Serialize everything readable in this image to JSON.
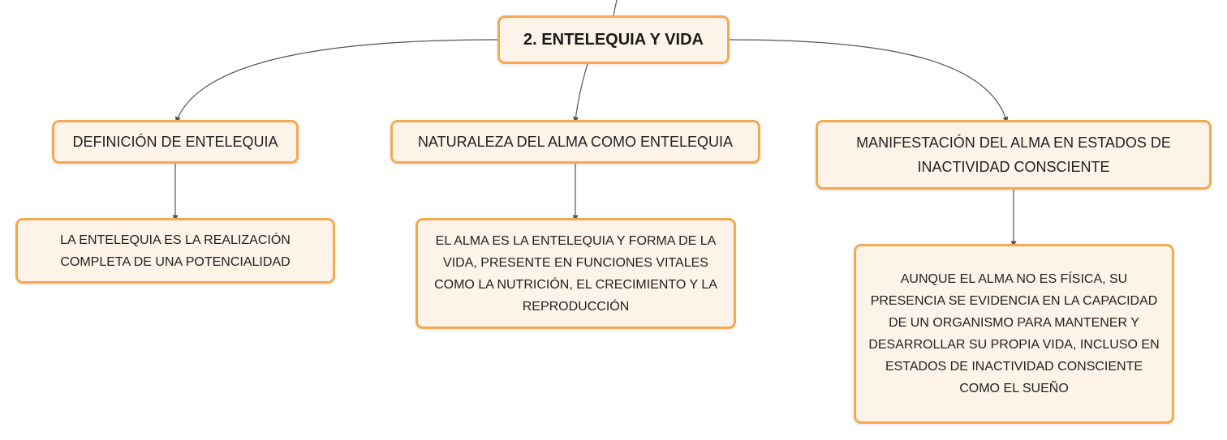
{
  "colors": {
    "node_fill": "#fdf3e9",
    "node_border": "#f5a850",
    "connector": "#555555",
    "text": "#222222"
  },
  "root": {
    "label": "2. ENTELEQUIA Y VIDA"
  },
  "branches": [
    {
      "label": "DEFINICIÓN DE ENTELEQUIA",
      "child": "LA ENTELEQUIA ES LA REALIZACIÓN COMPLETA DE UNA POTENCIALIDAD"
    },
    {
      "label": "NATURALEZA DEL ALMA COMO ENTELEQUIA",
      "child": "EL ALMA ES LA ENTELEQUIA Y FORMA DE LA VIDA, PRESENTE EN FUNCIONES VITALES COMO LA NUTRICIÓN, EL CRECIMIENTO Y LA REPRODUCCIÓN"
    },
    {
      "label": "MANIFESTACIÓN DEL ALMA EN ESTADOS DE INACTIVIDAD CONSCIENTE",
      "child": "AUNQUE EL ALMA NO ES FÍSICA, SU PRESENCIA SE EVIDENCIA EN LA CAPACIDAD DE UN ORGANISMO PARA MANTENER Y DESARROLLAR SU PROPIA VIDA, INCLUSO EN ESTADOS DE INACTIVIDAD CONSCIENTE COMO EL SUEÑO"
    }
  ]
}
